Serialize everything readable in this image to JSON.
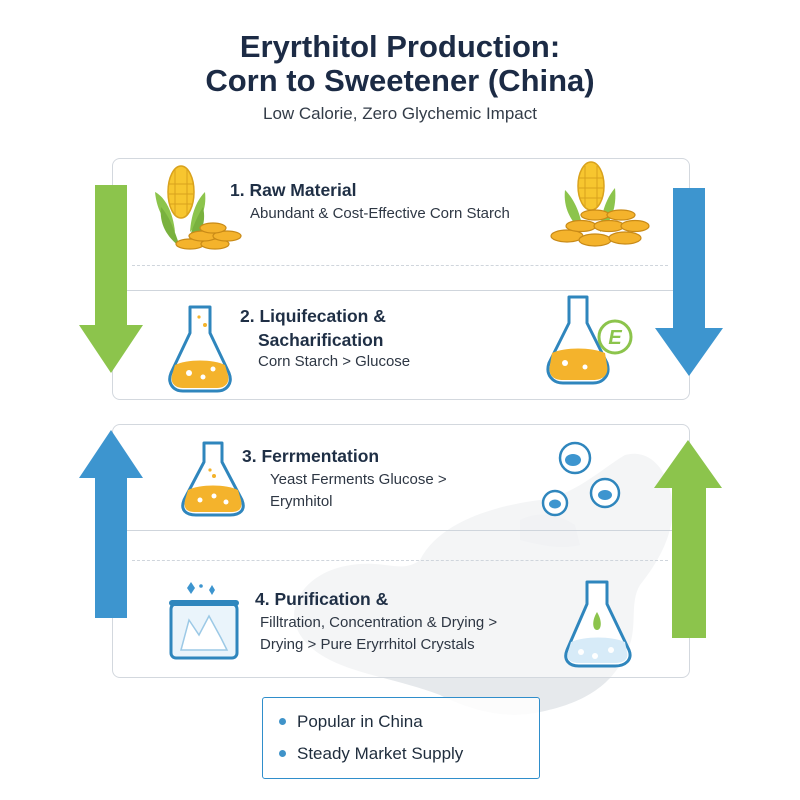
{
  "header": {
    "title_line1": "Eryrthitol Production:",
    "title_line2": "Corn to Sweetener (China)",
    "subtitle": "Low Calorie, Zero Glychemic Impact"
  },
  "steps": [
    {
      "title": "1. Raw Material",
      "desc_line1": "Abundant & Cost-Effective Corn Starch",
      "icon": "corn-coins-icon"
    },
    {
      "title_line1": "2. Liquifecation &",
      "title_line2": "Sacharification",
      "desc_line1": "Corn Starch > Glucose",
      "icon": "flask-icon",
      "badge": "E"
    },
    {
      "title": "3. Ferrmentation",
      "desc_line1": "Yeast Ferments Glucose >",
      "desc_line2": "Erymhitol",
      "icon": "flask-bubbles-icon"
    },
    {
      "title": "4. Purification &",
      "desc_line1": "Filltration, Concentration & Drying >",
      "desc_line2": "Drying > Pure Eryrrhitol Crystals",
      "icon": "crystal-beaker-icon"
    }
  ],
  "footer": {
    "items": [
      "Popular in China",
      "Steady Market Supply"
    ]
  },
  "colors": {
    "green": "#8cc44c",
    "blue": "#3d95cf",
    "corn_yellow": "#f7c62f",
    "liquid_orange": "#f4b32c",
    "navy": "#1c2b45"
  }
}
